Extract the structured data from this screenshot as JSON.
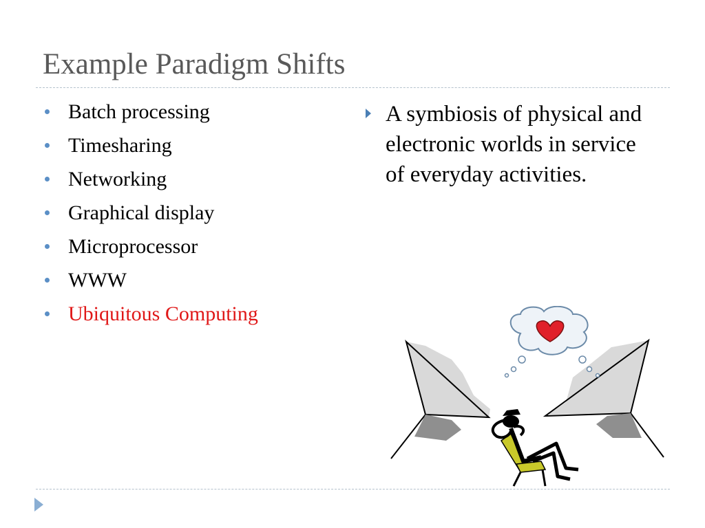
{
  "slide": {
    "title": "Example Paradigm Shifts",
    "bullets": [
      "Batch processing",
      "Timesharing",
      "Networking",
      "Graphical display",
      "Microprocessor",
      "WWW",
      "Ubiquitous Computing"
    ],
    "highlight_index": 6,
    "side_point": "A symbiosis of physical and electronic worlds in service of everyday activities.",
    "colors": {
      "title": "#595959",
      "bullet_dot": "#5b8fc6",
      "highlight": "#e01818",
      "rule": "#b4c1cc",
      "heart": "#e0202a",
      "chair": "#c8c82a"
    },
    "clipart": "person-dreaming-of-heart-between-walls"
  },
  "navigation": {
    "next_icon": "triangle-right-icon"
  }
}
